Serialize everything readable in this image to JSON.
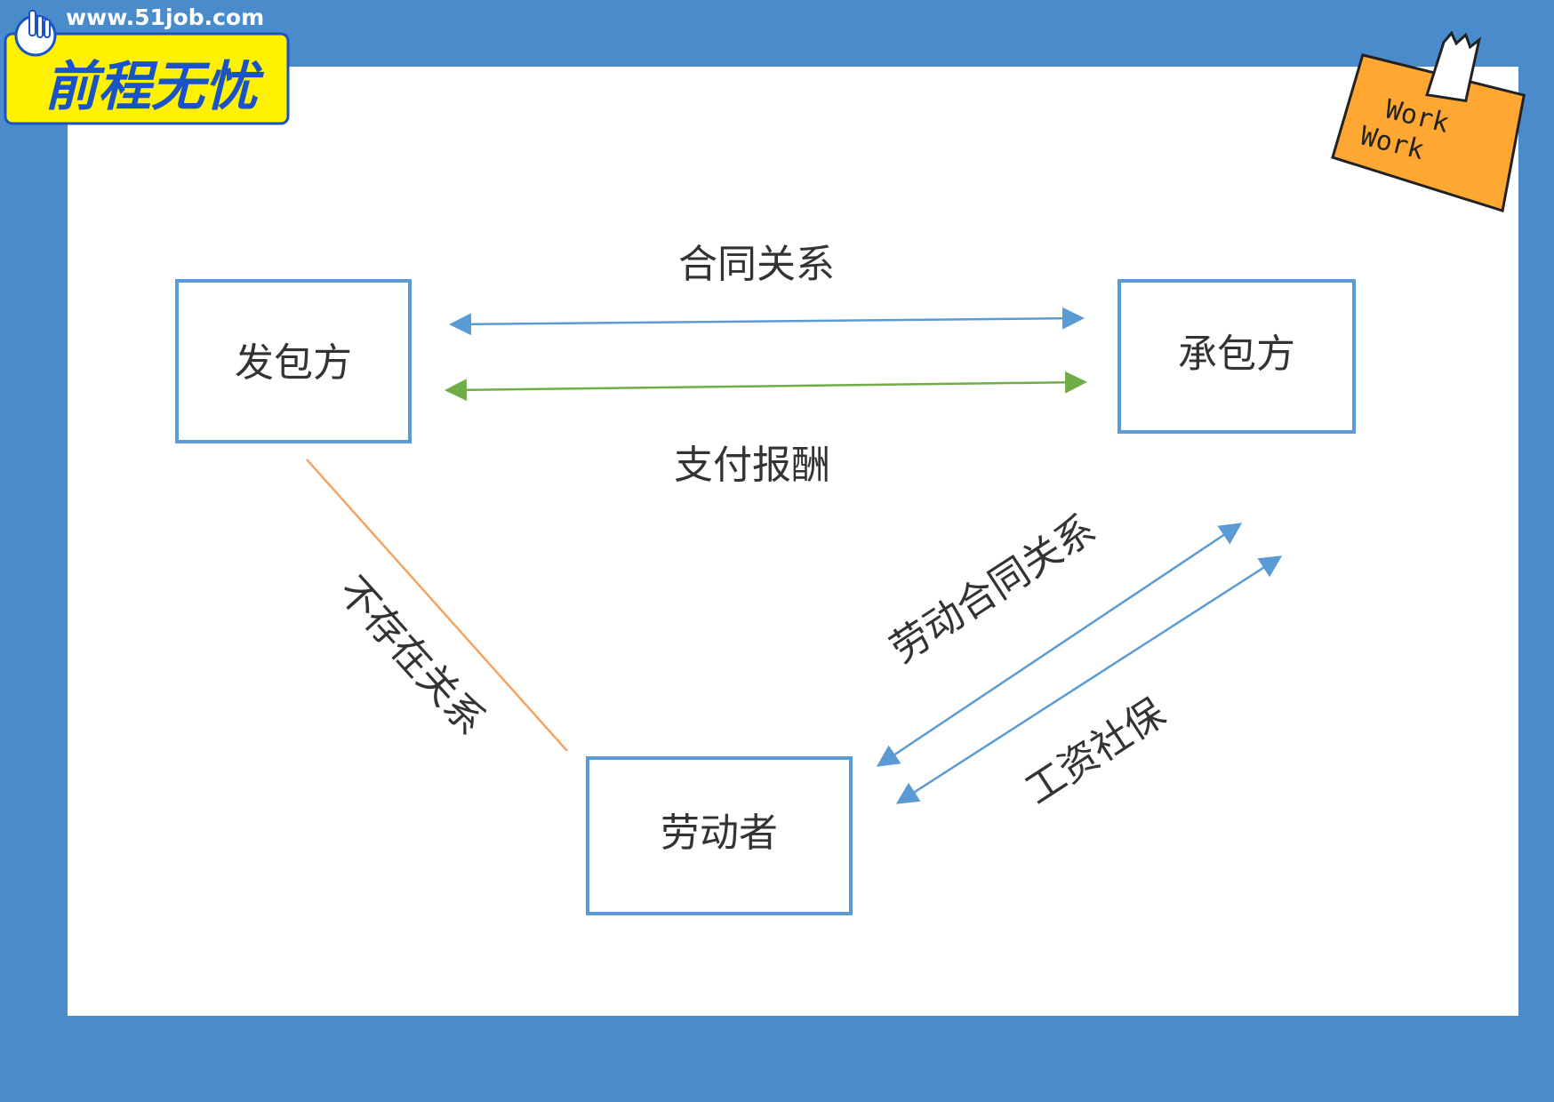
{
  "logo": {
    "url": "www.51job.com",
    "name": "前程无忧"
  },
  "sticker": {
    "line1": "Work",
    "line2": "Work"
  },
  "nodes": {
    "contractor_issuer": "发包方",
    "contractor": "承包方",
    "worker": "劳动者"
  },
  "edges": {
    "contract_relation": "合同关系",
    "pay_remuneration": "支付报酬",
    "no_relation": "不存在关系",
    "labor_contract": "劳动合同关系",
    "wage_social_security": "工资社保"
  },
  "colors": {
    "frame": "#4a8ccb",
    "box_stroke": "#5b9bd5",
    "arrow_blue": "#5b9bd5",
    "arrow_green": "#70ad47",
    "line_orange": "#f4a460",
    "logo_yellow": "#fff200",
    "sticker_orange": "#ffa733"
  }
}
